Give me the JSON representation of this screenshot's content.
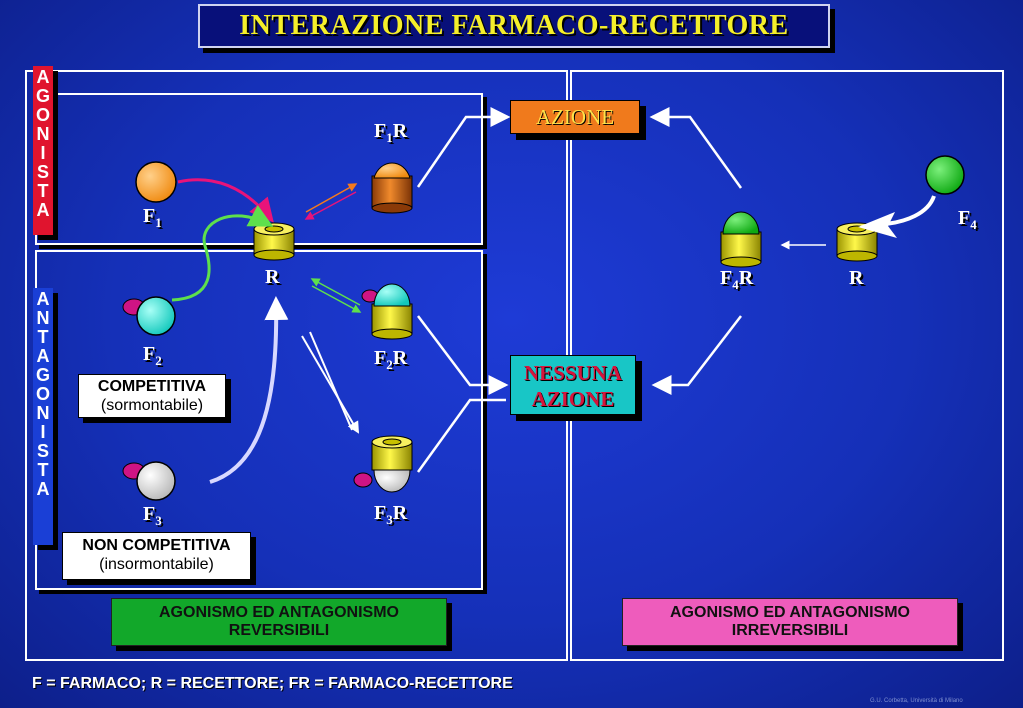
{
  "title": "INTERAZIONE FARMACO-RECETTORE",
  "agonista_label": [
    "A",
    "G",
    "O",
    "N",
    "I",
    "S",
    "T",
    "A"
  ],
  "antagonista_label": [
    "A",
    "N",
    "T",
    "A",
    "G",
    "O",
    "N",
    "I",
    "S",
    "T",
    "A"
  ],
  "drugs": {
    "f1": {
      "name": "F",
      "sub": "1"
    },
    "f2": {
      "name": "F",
      "sub": "2"
    },
    "f3": {
      "name": "F",
      "sub": "3"
    },
    "f4": {
      "name": "F",
      "sub": "4"
    }
  },
  "receptor_label": "R",
  "complexes": {
    "f1r": {
      "pre": "F",
      "sub": "1",
      "post": "R"
    },
    "f2r": {
      "pre": "F",
      "sub": "2",
      "post": "R"
    },
    "f3r": {
      "pre": "F",
      "sub": "3",
      "post": "R"
    },
    "f4r": {
      "pre": "F",
      "sub": "4",
      "post": "R"
    }
  },
  "azione": "AZIONE",
  "nessuna_azione": {
    "line1": "NESSUNA",
    "line2": "AZIONE"
  },
  "competitiva": {
    "line1": "COMPETITIVA",
    "line2": "(sormontabile)"
  },
  "non_competitiva": {
    "line1": "NON COMPETITIVA",
    "line2": "(insormontabile)"
  },
  "reversibili": {
    "line1": "AGONISMO ED ANTAGONISMO",
    "line2": "REVERSIBILI"
  },
  "irreversibili": {
    "line1": "AGONISMO ED ANTAGONISMO",
    "line2": "IRREVERSIBILI"
  },
  "legend": "F = FARMACO;  R = RECETTORE;  FR = FARMACO-RECETTORE",
  "footer_small": "G.U. Corbetta, Università di Milano",
  "colors": {
    "background": "#1530b8",
    "title_text": "#f5ef2a",
    "agonista_bar": "#e0142e",
    "antagonista_bar": "#1a3fd6",
    "azione_box": "#f07a1c",
    "nessuna_box": "#18c6c6",
    "nessuna_text": "#d6143c",
    "reversibili_box": "#12a82a",
    "irreversibili_box": "#ee5cbc",
    "receptor": "#f0e812",
    "f1": "#f5961e",
    "f2": "#1ad8cc",
    "f3": "#cfcfcf",
    "f4": "#12b81a"
  }
}
